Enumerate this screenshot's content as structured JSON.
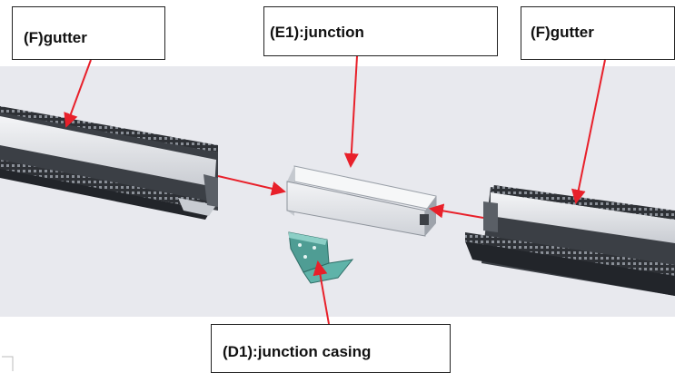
{
  "labels": {
    "gutter_left": "(F)gutter",
    "junction": "(E1):junction",
    "gutter_right": "(F)gutter",
    "junction_casing": "(D1):junction casing"
  },
  "colors": {
    "arrow": "#e8202a",
    "background_band": "#e8e9ee",
    "gutter_body": "#3b3f45",
    "junction_body": "#e9ebee",
    "casing": "#4f9d94"
  }
}
